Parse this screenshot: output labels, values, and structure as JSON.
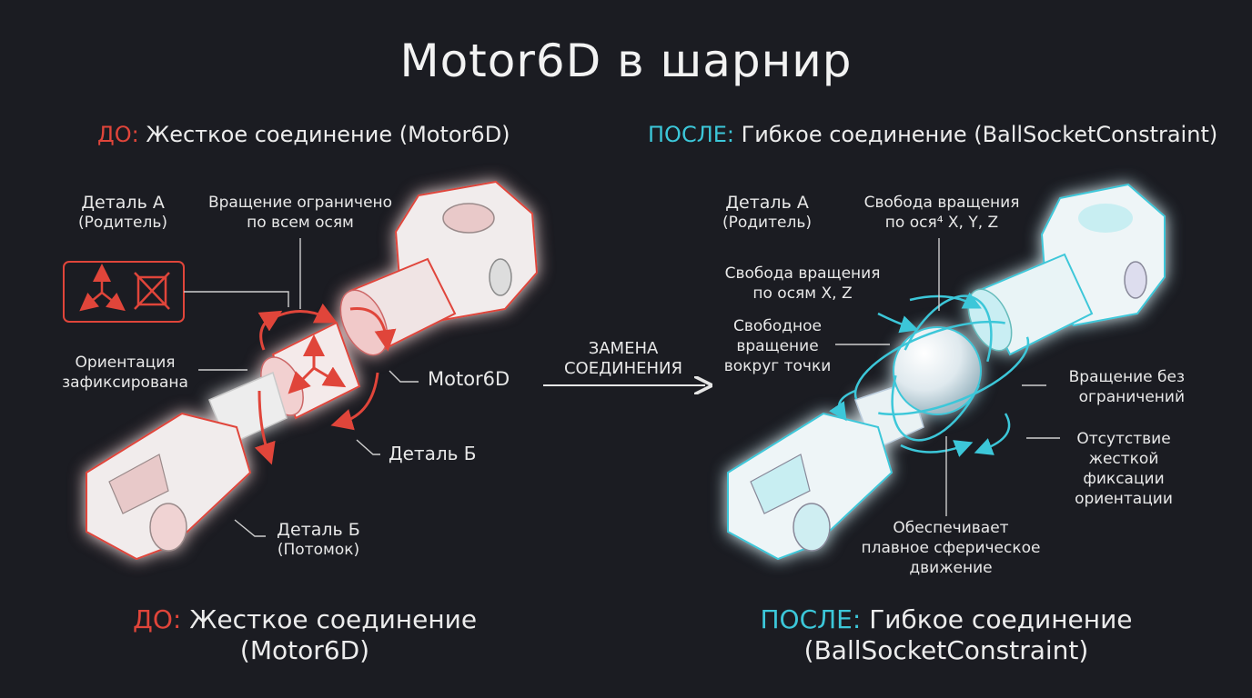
{
  "title": "Motor6D в шарнир",
  "left": {
    "heading_prefix": "ДО:",
    "heading_text": " Жесткое соединение (Motor6D)",
    "part_a_title": "Деталь А",
    "part_a_sub": "(Родитель)",
    "rotation_limited_1": "Вращение ограничено",
    "rotation_limited_2": "по всем осям",
    "orientation_1": "Ориентация",
    "orientation_2": "зафиксирована",
    "motor_label": "Motor6D",
    "part_b_mid": "Деталь Б",
    "part_b_title": "Деталь Б",
    "part_b_sub": "(Потомок)",
    "bottom_prefix": "ДО:",
    "bottom_text_1": " Жесткое соединение",
    "bottom_text_2": "(Motor6D)"
  },
  "center": {
    "arrow_line1": "ЗАМЕНА",
    "arrow_line2": "СОЕДИНЕНИЯ"
  },
  "right": {
    "heading_prefix": "ПОСЛЕ:",
    "heading_text": " Гибкое соединение (BallSocketConstraint)",
    "part_a_title": "Деталь А",
    "part_a_sub": "(Родитель)",
    "free_xyz_1": "Свобода вращения",
    "free_xyz_2": "по ося⁴ X, Y, Z",
    "free_xz_1": "Свобода вращения",
    "free_xz_2": "по осям X, Z",
    "free_point_1": "Свободное",
    "free_point_2": "вращение",
    "free_point_3": "вокруг точки",
    "unlimited_1": "Вращение без",
    "unlimited_2": "ограничений",
    "no_fix_1": "Отсутствие",
    "no_fix_2": "жесткой",
    "no_fix_3": "фиксации",
    "no_fix_4": "ориентации",
    "smooth_1": "Обеспечивает",
    "smooth_2": "плавное сферическое",
    "smooth_3": "движение",
    "bottom_prefix": "ПОСЛЕ:",
    "bottom_text_1": " Гибкое соединение",
    "bottom_text_2": "(BallSocketConstraint)"
  },
  "colors": {
    "accent_red": "#e0453a",
    "accent_cyan": "#3cc7d9",
    "background": "#1b1c22"
  }
}
